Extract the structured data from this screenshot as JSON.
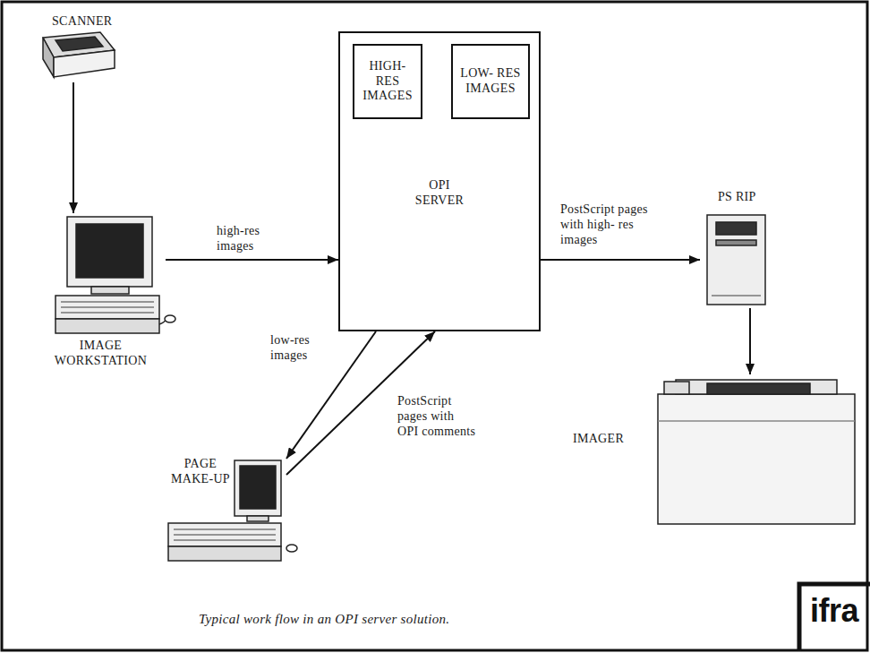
{
  "diagram": {
    "caption": "Typical work flow in an OPI server solution.",
    "nodes": [
      {
        "text": [
          "SCANNER"
        ]
      },
      {
        "text": [
          "IMAGE WORKSTATION"
        ]
      },
      {
        "text": [
          "OPI SERVER"
        ]
      },
      {
        "text": [
          "HIGH- RES IMAGES"
        ],
        "in": 2
      },
      {
        "text": [
          "LOW- RES IMAGES"
        ],
        "in": 2
      },
      {
        "text": [
          "PS RIP"
        ]
      },
      {
        "text": [
          "PAGE MAKE-UP"
        ]
      },
      {
        "text": [
          "IMAGER"
        ]
      }
    ],
    "edges": [
      {
        "from": 0,
        "to": 1,
        "arrow": "to"
      },
      {
        "from": 1,
        "to": 2,
        "label": "high-res images",
        "arrow": "to"
      },
      {
        "from": 2,
        "to": 5,
        "label": "PostScript pages with high- res images",
        "arrow": "to"
      },
      {
        "from": 2,
        "to": 6,
        "label": "low-res images",
        "arrow": "to"
      },
      {
        "from": 6,
        "to": 2,
        "label": "PostScript pages with OPI comments",
        "arrow": "to"
      },
      {
        "from": 5,
        "to": 7,
        "arrow": "to"
      }
    ],
    "labels": [
      "ifra"
    ]
  }
}
